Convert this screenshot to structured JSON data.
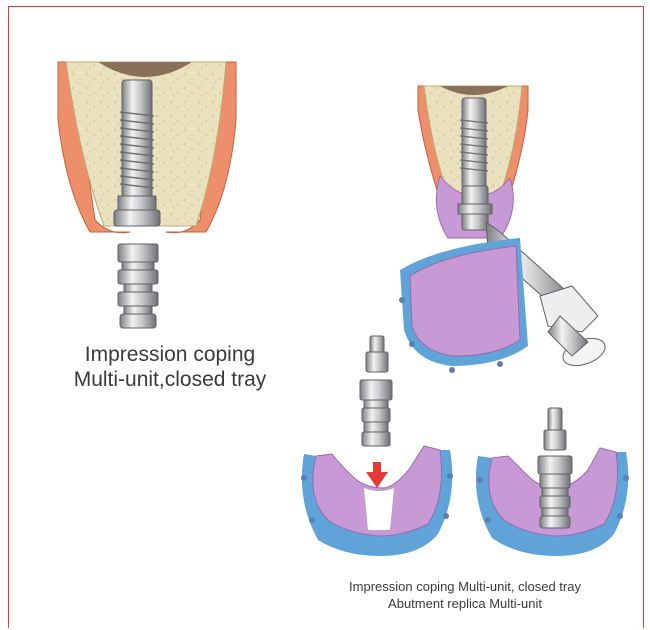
{
  "captions": {
    "left": [
      "Impression coping",
      "Multi-unit,closed tray"
    ],
    "bottom_right": [
      "Impression coping Multi-unit, closed tray",
      "Abutment replica Multi-unit"
    ]
  },
  "colors": {
    "bone": "#eae2bf",
    "bone_speckle": "#d9cf9c",
    "gum": "#ec8f6a",
    "gum_dark": "#d86e4a",
    "socket": "#8a7058",
    "impression_material": "#c79ad6",
    "tray": "#5fa3d8",
    "metal": "#c8c9cb",
    "metal_dark": "#7c7e82",
    "arrow": "#e53935",
    "frame": "#e53935"
  },
  "icons": [
    "implant-1",
    "coping-1",
    "implant-2",
    "tray-1",
    "transfer-handle",
    "tray-2",
    "coping-2",
    "arrow-down-icon",
    "tray-3",
    "replica"
  ]
}
